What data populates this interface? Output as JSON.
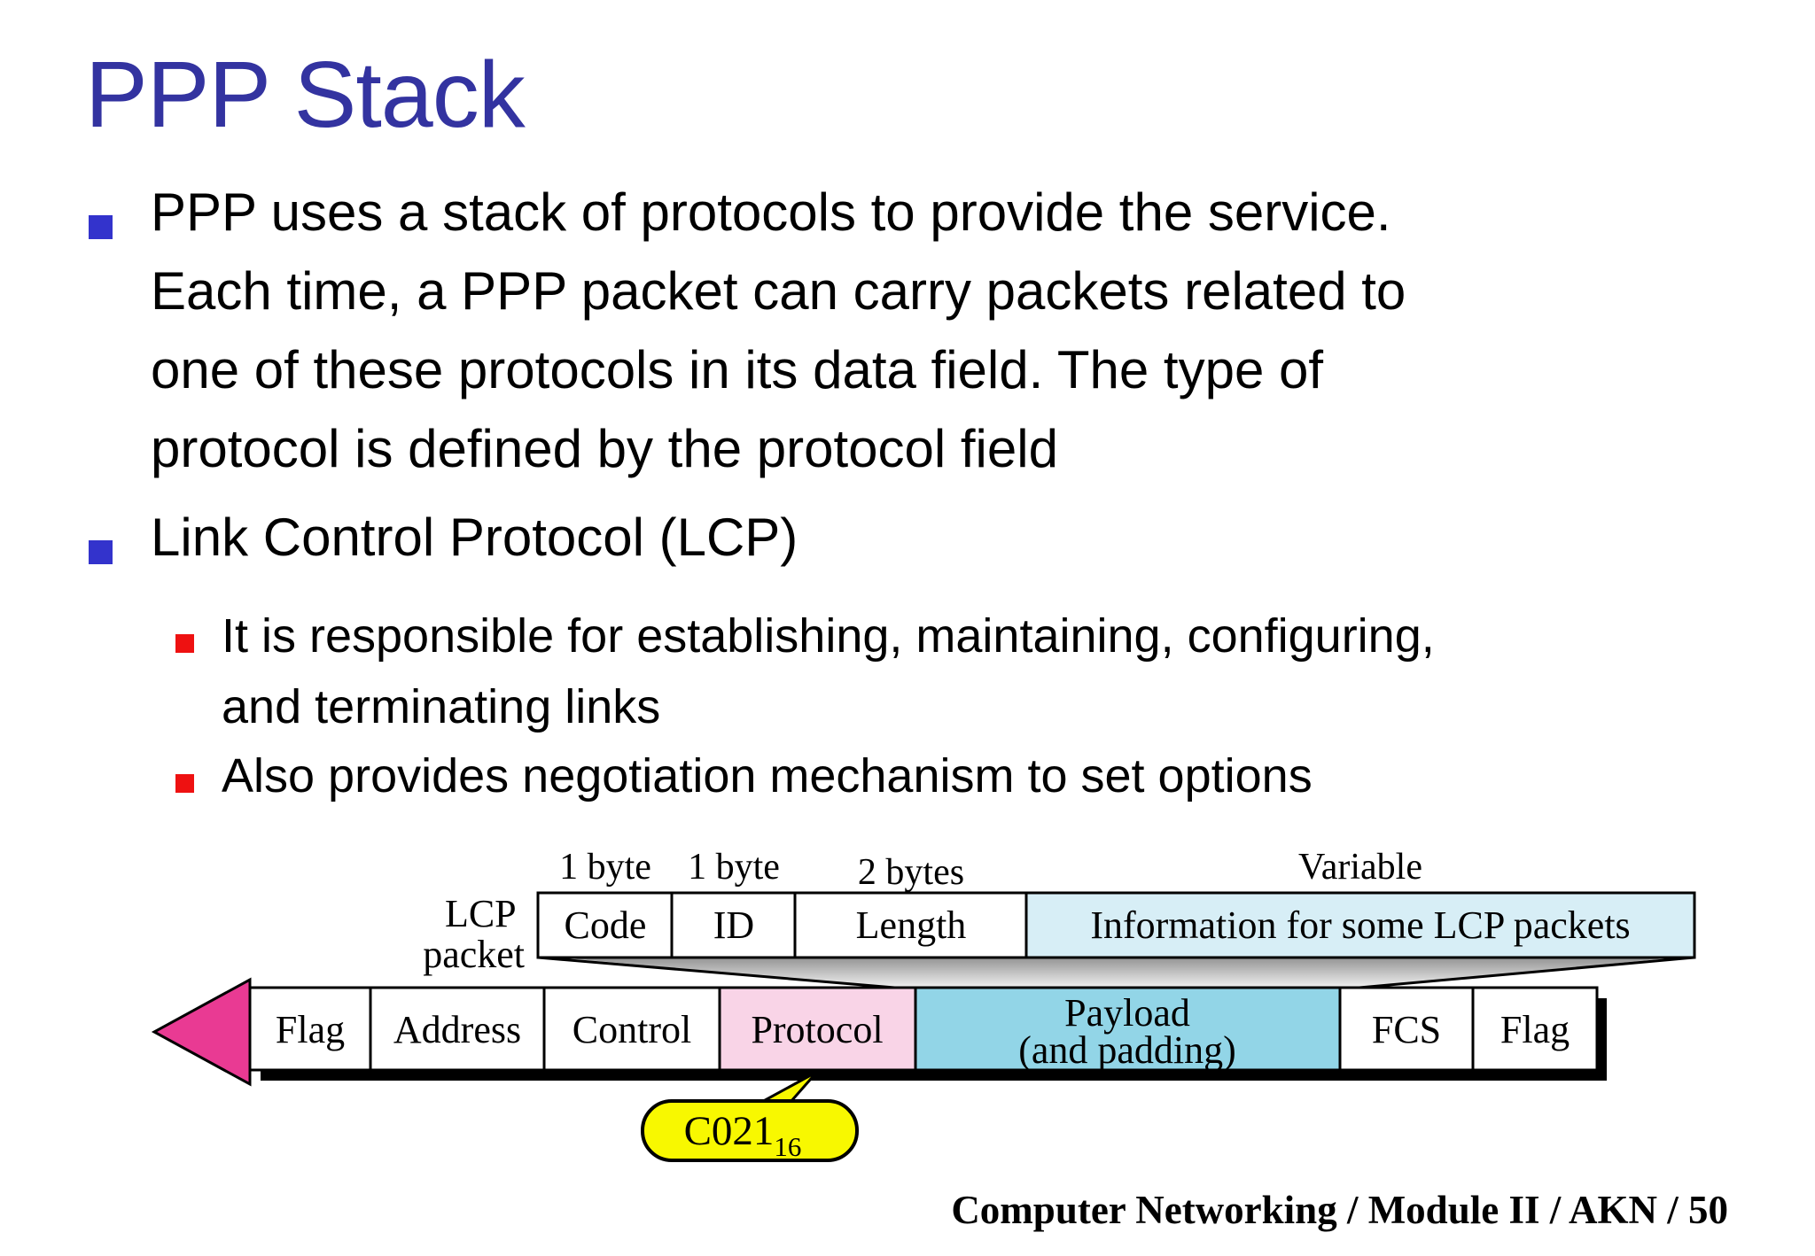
{
  "slide": {
    "title": "PPP Stack",
    "bullets": [
      {
        "level": 1,
        "text": "PPP uses a stack of protocols to provide the service.\nEach time, a PPP packet can carry packets related to\none of these protocols in its data field. The type of\nprotocol is defined by the protocol field"
      },
      {
        "level": 1,
        "text": "Link Control Protocol (LCP)"
      },
      {
        "level": 2,
        "text": "It is responsible for establishing, maintaining, configuring,\nand terminating links"
      },
      {
        "level": 2,
        "text": "Also provides negotiation mechanism to set options"
      }
    ],
    "footer": "Computer Networking / Module II / AKN / 50"
  },
  "diagram": {
    "lcp_label": {
      "line1": "LCP",
      "line2": "packet"
    },
    "lcp_fields": [
      {
        "name": "Code",
        "size": "1 byte"
      },
      {
        "name": "ID",
        "size": "1 byte"
      },
      {
        "name": "Length",
        "size": "2 bytes"
      },
      {
        "name": "Information for some LCP packets",
        "size": "Variable"
      }
    ],
    "frame_fields": [
      {
        "label": "Flag"
      },
      {
        "label": "Address"
      },
      {
        "label": "Control"
      },
      {
        "label": "Protocol"
      },
      {
        "label": "Payload",
        "label2": "(and padding)"
      },
      {
        "label": "FCS"
      },
      {
        "label": "Flag"
      }
    ],
    "protocol_value": {
      "text": "C021",
      "subscript": "16"
    },
    "colors": {
      "title_text": "#3333a0",
      "bullet_level1": "#3333cc",
      "bullet_level2": "#ee1111",
      "info_cell": "#d7eef6",
      "payload_cell": "#92d5e7",
      "protocol_cell": "#f9d4e7",
      "arrow": "#e93a93",
      "callout": "#f8f800",
      "funnel_top": "#8e8e8e",
      "funnel_bottom": "#f6f6f6"
    }
  }
}
